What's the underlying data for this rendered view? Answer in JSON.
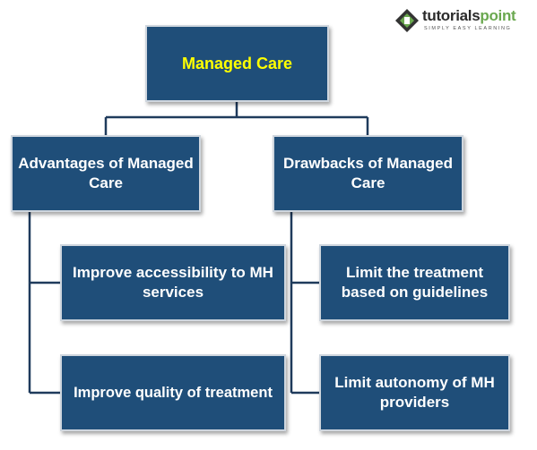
{
  "logo": {
    "name_part1": "tutorials",
    "name_part2": "point",
    "tagline": "SIMPLY EASY LEARNING"
  },
  "diagram": {
    "root": "Managed Care",
    "branches": [
      {
        "title": "Advantages of Managed Care",
        "items": [
          "Improve accessibility to MH services",
          "Improve quality of treatment"
        ]
      },
      {
        "title": "Drawbacks of Managed Care",
        "items": [
          "Limit the treatment based on guidelines",
          "Limit autonomy of MH providers"
        ]
      }
    ]
  },
  "colors": {
    "box_fill": "#1f4e79",
    "root_text": "#ffff00",
    "box_text": "#ffffff",
    "connector": "#1f3b5c"
  }
}
